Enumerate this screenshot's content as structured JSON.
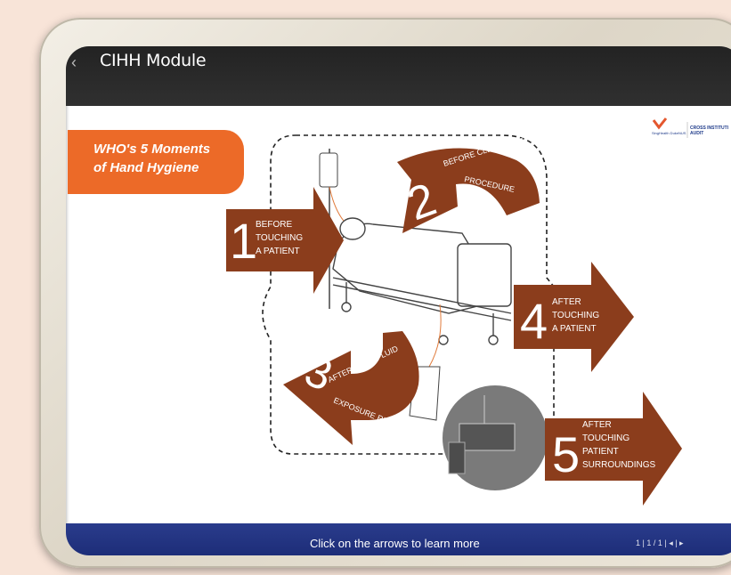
{
  "header": {
    "back_icon": "back-arrow-icon",
    "title": "CIHH Module"
  },
  "banner": {
    "line1": "WHO's 5 Moments",
    "line2": "of Hand Hygiene"
  },
  "logo": {
    "org1": "SingHealth DukeNUS",
    "org2": "CROSS INSTITUTI",
    "org2b": "AUDIT"
  },
  "moments": [
    {
      "number": "1",
      "lines": [
        "BEFORE",
        "TOUCHING",
        "A PATIENT"
      ]
    },
    {
      "number": "2",
      "lines": [
        "BEFORE CLEAN / ASEPTIC",
        "PROCEDURE"
      ]
    },
    {
      "number": "3",
      "lines": [
        "AFTER BODY FLUID",
        "EXPOSURE RISK"
      ]
    },
    {
      "number": "4",
      "lines": [
        "AFTER",
        "TOUCHING",
        "A PATIENT"
      ]
    },
    {
      "number": "5",
      "lines": [
        "AFTER",
        "TOUCHING",
        "PATIENT",
        "SURROUNDINGS"
      ]
    }
  ],
  "footer": {
    "hint": "Click on the arrows to learn more",
    "right": "1 | 1 / 1 | ◂ | ▸"
  },
  "colors": {
    "arrow": "#8b3d1c",
    "banner": "#ec6a28",
    "topbar": "#2b2b2b",
    "bottombar": "#22338a"
  }
}
